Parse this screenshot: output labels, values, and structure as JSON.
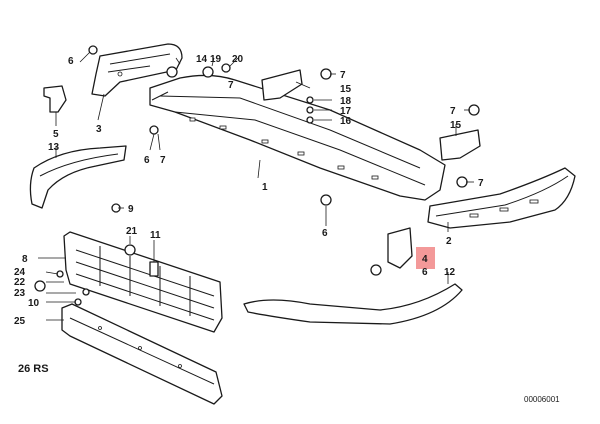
{
  "labels": {
    "l1": "1",
    "l2": "2",
    "l3": "3",
    "l4": "4",
    "l5": "5",
    "l6a": "6",
    "l6b": "6",
    "l6c": "6",
    "l6d": "6",
    "l7a": "7",
    "l7b": "7",
    "l7c": "7",
    "l7d": "7",
    "l7e": "7",
    "l8": "8",
    "l9": "9",
    "l10": "10",
    "l11": "11",
    "l12": "12",
    "l13": "13",
    "l14": "14",
    "l15a": "15",
    "l15b": "15",
    "l16": "16",
    "l17": "17",
    "l18": "18",
    "l19": "19",
    "l20": "20",
    "l21": "21",
    "l22": "22",
    "l23": "23",
    "l24": "24",
    "l25": "25"
  },
  "footer": {
    "variant": "26 RS",
    "code": "00006001"
  },
  "highlight": {
    "part": "4",
    "color": "#f08080"
  }
}
